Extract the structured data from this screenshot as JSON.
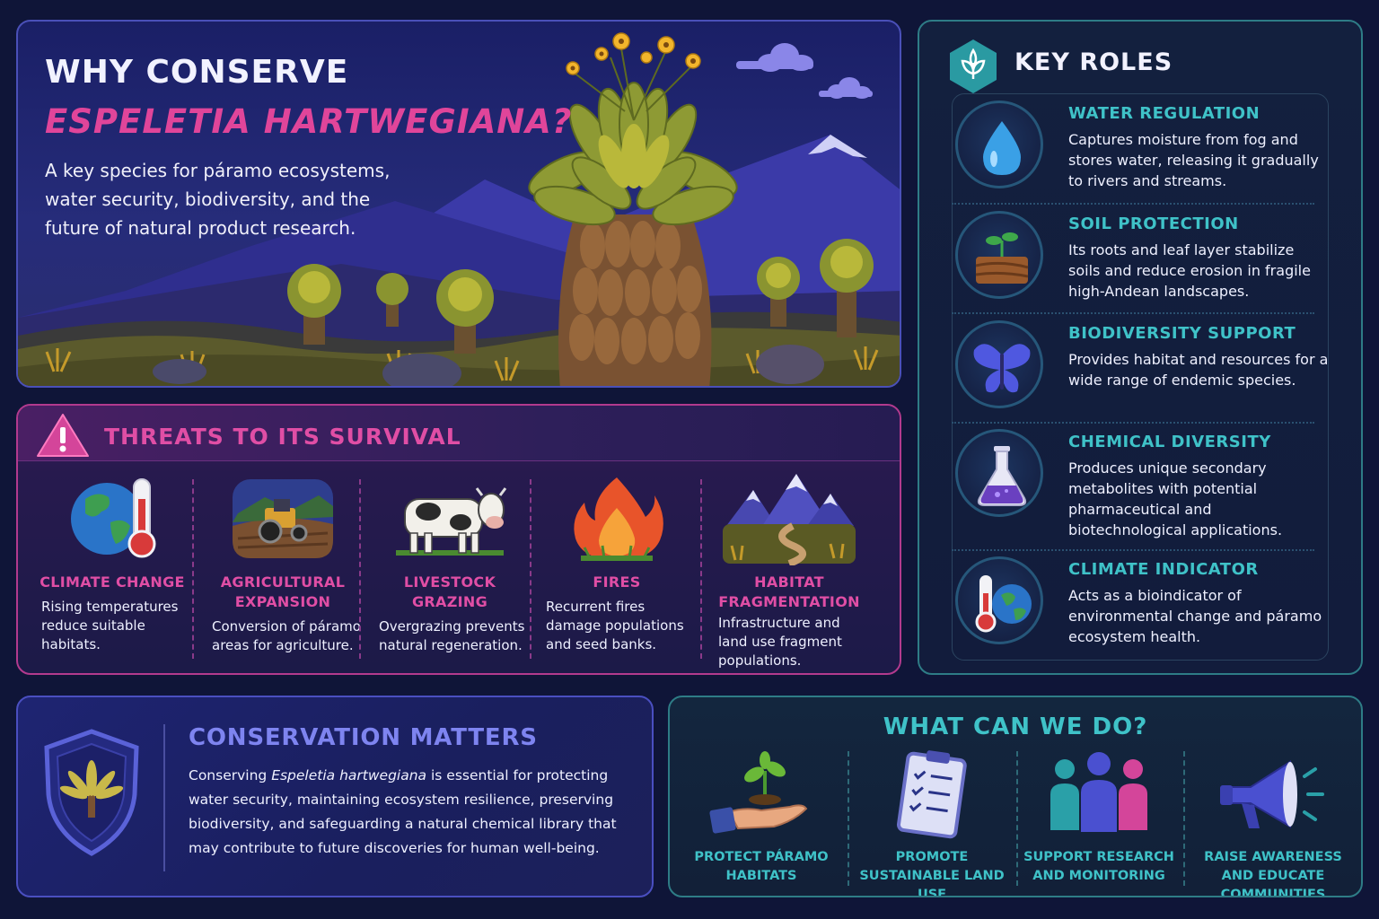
{
  "hero": {
    "title_line1": "WHY CONSERVE",
    "title_line2": "ESPELETIA HARTWEGIANA?",
    "description": "A key species for páramo ecosystems, water security, biodiversity, and the future of natural product research."
  },
  "threats": {
    "title": "THREATS TO ITS SURVIVAL",
    "items": [
      {
        "name": "CLIMATE CHANGE",
        "text": "Rising temperatures reduce suitable habitats.",
        "icon": "globe-thermometer-icon"
      },
      {
        "name": "AGRICULTURAL EXPANSION",
        "text": "Conversion of páramo areas for agriculture.",
        "icon": "tractor-icon"
      },
      {
        "name": "LIVESTOCK GRAZING",
        "text": "Overgrazing prevents natural regeneration.",
        "icon": "cow-icon"
      },
      {
        "name": "FIRES",
        "text": "Recurrent fires damage populations and seed banks.",
        "icon": "fire-icon"
      },
      {
        "name": "HABITAT FRAGMENTATION",
        "text": "Infrastructure and land use fragment populations.",
        "icon": "mountains-road-icon"
      }
    ]
  },
  "roles": {
    "title": "KEY ROLES",
    "items": [
      {
        "name": "WATER REGULATION",
        "text": "Captures moisture from fog and stores water, releasing it gradually to rivers and streams.",
        "icon": "water-drop-icon"
      },
      {
        "name": "SOIL PROTECTION",
        "text": "Its roots and leaf layer stabilize soils and reduce erosion in fragile high-Andean landscapes.",
        "icon": "soil-sprout-icon"
      },
      {
        "name": "BIODIVERSITY SUPPORT",
        "text": "Provides habitat and resources for a wide range of endemic species.",
        "icon": "butterfly-icon"
      },
      {
        "name": "CHEMICAL DIVERSITY",
        "text": "Produces unique secondary metabolites with potential pharmaceutical and biotechnological applications.",
        "icon": "flask-icon"
      },
      {
        "name": "CLIMATE INDICATOR",
        "text": "Acts as a bioindicator of environmental change and páramo ecosystem health.",
        "icon": "thermometer-globe-icon"
      }
    ]
  },
  "conservation": {
    "title": "CONSERVATION MATTERS",
    "text_before": "Conserving ",
    "text_species": "Espeletia hartwegiana",
    "text_after": " is essential for protecting water security, maintaining ecosystem resilience, preserving biodiversity, and safeguarding a natural chemical library that may contribute to future discoveries for human well-being."
  },
  "actions": {
    "title": "WHAT CAN WE DO?",
    "items": [
      {
        "label": "PROTECT PÁRAMO HABITATS",
        "icon": "hand-sprout-icon"
      },
      {
        "label": "PROMOTE SUSTAINABLE LAND USE",
        "icon": "clipboard-checklist-icon"
      },
      {
        "label": "SUPPORT RESEARCH AND MONITORING",
        "icon": "people-group-icon"
      },
      {
        "label": "RAISE AWARENESS AND EDUCATE COMMUNITIES",
        "icon": "megaphone-icon"
      }
    ]
  },
  "colors": {
    "accent_pink": "#e04ea5",
    "accent_teal": "#3fc2c8",
    "accent_indigo": "#7e84f0",
    "background": "#0f1538"
  }
}
